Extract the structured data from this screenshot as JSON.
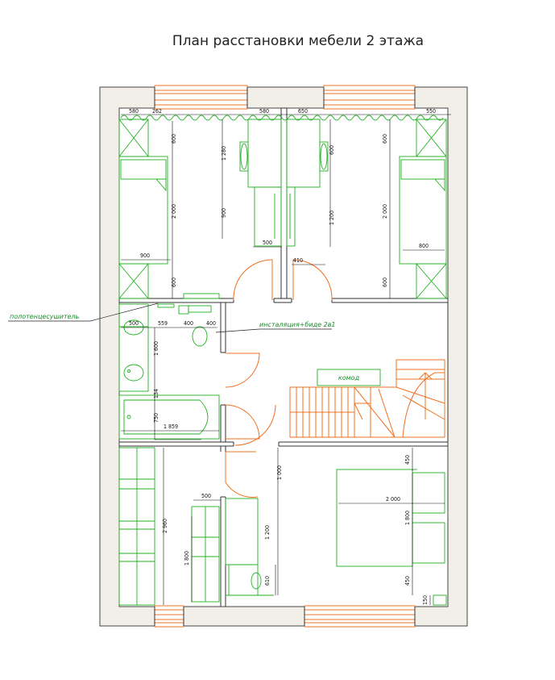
{
  "title": "План расстановки мебели 2 этажа",
  "callouts": {
    "towel_dryer": "полотенцесушитель",
    "installation": "инсталяция+биде 2в1",
    "dresser": "комод"
  },
  "dimensions": {
    "d580a": "580",
    "d262": "262",
    "d580b": "580",
    "d650": "650",
    "d550": "550",
    "d600a": "600",
    "d2000a": "2 000",
    "d900a": "900",
    "d600b": "600",
    "d1280": "1 280",
    "d900b": "900",
    "d500a": "500",
    "d600c": "600",
    "d1200a": "1 200",
    "d600d": "600",
    "d2000b": "2 000",
    "d800": "800",
    "d600e": "600",
    "d410": "410",
    "d500b": "500",
    "d559": "559",
    "d400a": "400",
    "d400b": "400",
    "d1600": "1 600",
    "d134": "134",
    "d750": "750",
    "d1859": "1 859",
    "d1000": "1 000",
    "d450a": "450",
    "d2000c": "2 000",
    "d1800a": "1 800",
    "d450b": "450",
    "d150": "150",
    "d2960": "2 960",
    "d500c": "500",
    "d1800b": "1 800",
    "d1200b": "1 200",
    "d610": "610"
  },
  "colors": {
    "furniture": "#22b022",
    "openings": "#f07020",
    "walls": "#f2efe8",
    "annotation": "#1a8a2a"
  }
}
